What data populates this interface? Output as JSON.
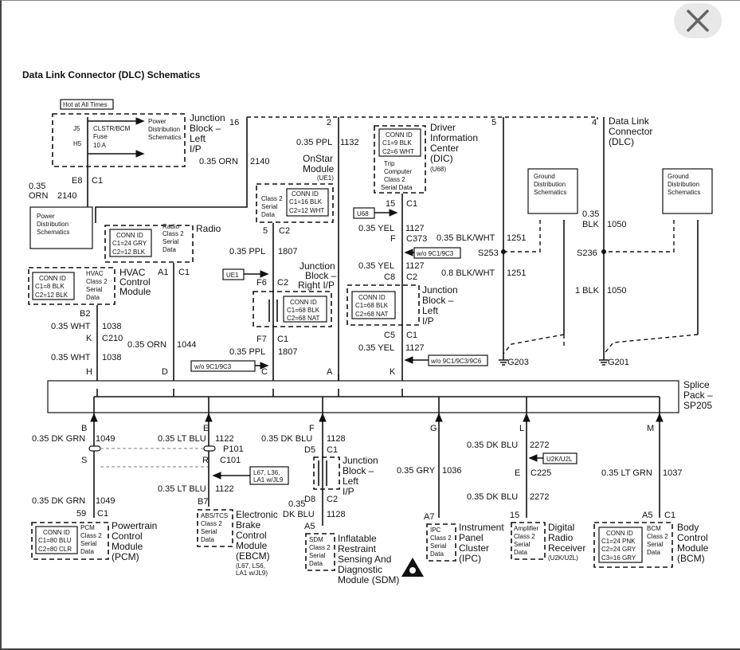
{
  "title": "Data Link Connector (DLC) Schematics",
  "close_glyph": "✕",
  "colors": {
    "line": "#111111",
    "background": "#ffffff"
  },
  "top": {
    "hot": "Hot at All Times",
    "j5": "J5",
    "h5": "H5",
    "fuse": [
      "CLSTR/BCM",
      "Fuse",
      "10 A"
    ],
    "pds_in": [
      "Power",
      "Distribution",
      "Schematics"
    ],
    "jb_left": [
      "Junction",
      "Block –",
      "Left",
      "I/P"
    ],
    "pin16": "16",
    "pin2": "2",
    "pin5": "5",
    "pin4": "4",
    "dlc": [
      "Data Link",
      "Connector",
      "(DLC)"
    ],
    "e8": "E8",
    "c1_e8": "C1",
    "orn1": [
      "0.35",
      "ORN",
      "2140"
    ],
    "orn2": [
      "0.35 ORN",
      "2140"
    ],
    "pds_out": [
      "Power",
      "Distribution",
      "Schematics"
    ],
    "ppl1132": [
      "0.35 PPL",
      "1132"
    ]
  },
  "onstar": {
    "label": [
      "OnStar",
      "Module",
      "(UE1)"
    ],
    "conn": [
      "CONN ID",
      "C1=16 BLK",
      "C2=12 WHT"
    ],
    "side": [
      "Class 2",
      "Serial",
      "Data"
    ],
    "pin": "5",
    "conn_c": "C2",
    "wire": [
      "0.35 PPL",
      "1807"
    ],
    "ue1": "UE1"
  },
  "jb_right": {
    "label": [
      "Junction",
      "Block –",
      "Right I/P"
    ],
    "f6": "F6",
    "c2": "C2",
    "conn": [
      "CONN ID",
      "C1=68 BLK",
      "C2=68 NAT"
    ],
    "f7": "F7",
    "c1": "C1",
    "wire": [
      "0.35 PPL",
      "1807"
    ],
    "note": "w/o 9C1/9C3",
    "pin_c": "C"
  },
  "radio": {
    "conn": [
      "CONN ID",
      "C1=24 GRY",
      "C2=12 BLK"
    ],
    "side": [
      "Radio",
      "Class 2",
      "Serial",
      "Data"
    ],
    "label": "Radio",
    "a1": "A1",
    "c1": "C1",
    "wire": [
      "0.35 ORN",
      "1044"
    ],
    "pin_d": "D"
  },
  "hvac": {
    "conn": [
      "CONN ID",
      "C1=8 BLK",
      "C2=12 BLK"
    ],
    "side": [
      "HVAC",
      "Class 2",
      "Serial",
      "Data"
    ],
    "label": [
      "HVAC",
      "Control",
      "Module"
    ],
    "b2": "B2",
    "wire1": [
      "0.35 WHT",
      "1038"
    ],
    "k": "K",
    "c210": "C210",
    "wire2": [
      "0.35 WHT",
      "1038"
    ],
    "pin_h": "H"
  },
  "dic": {
    "label": [
      "Driver",
      "Information",
      "Center",
      "(DIC)"
    ],
    "conn": [
      "CONN ID",
      "C1=9 BLK",
      "C2=6 WHT"
    ],
    "side": [
      "Trip",
      "Computer",
      "Class 2",
      "Serial Data"
    ],
    "u68_sub": "(U68)",
    "u68": "U68",
    "pin15": "15",
    "c1": "C1",
    "wire1": [
      "0.35 YEL",
      "1127"
    ],
    "f": "F",
    "c373": "C373",
    "note1": "w/o 9C1/9C3",
    "wire2": [
      "0.35 YEL",
      "1127"
    ],
    "c8": "C8",
    "c2": "C2",
    "jb_left": [
      "Junction",
      "Block –",
      "Left",
      "I/P"
    ],
    "conn2": [
      "CONN ID",
      "C1=68 BLK",
      "C2=68 NAT"
    ],
    "c5": "C5",
    "c1b": "C1",
    "wire3": [
      "0.35 YEL",
      "1127"
    ],
    "note2": "w/o 9C1/9C3/9C6",
    "pin_k": "K",
    "pin_a": "A"
  },
  "grounds": {
    "gd1": [
      "Ground",
      "Distribution",
      "Schematics"
    ],
    "gd2": [
      "Ground",
      "Distribution",
      "Schematics"
    ],
    "blkwht1": [
      "0.35 BLK/WHT",
      "1251"
    ],
    "s253": "S253",
    "blkwht2": [
      "0.8 BLK/WHT",
      "1251"
    ],
    "g203": "G203",
    "blk1": [
      "0.35",
      "BLK",
      "1050"
    ],
    "s236": "S236",
    "blk2": [
      "1 BLK",
      "1050"
    ],
    "g201": "G201"
  },
  "splice": {
    "label": [
      "Splice",
      "Pack –",
      "SP205"
    ]
  },
  "bottom": {
    "b": "B",
    "wire_b1": [
      "0.35 DK GRN",
      "1049"
    ],
    "s": "S",
    "wire_b2": [
      "0.35 DK GRN",
      "1049"
    ],
    "pcm_pin": "59",
    "pcm_c": "C1",
    "pcm_conn": [
      "CONN ID",
      "C1=80 BLU",
      "C2=80 CLR"
    ],
    "pcm_side": [
      "PCM",
      "Class 2",
      "Serial",
      "Data"
    ],
    "pcm_label": [
      "Powertrain",
      "Control",
      "Module",
      "(PCM)"
    ],
    "e": "E",
    "wire_e1": [
      "0.35 LT BLU",
      "1122"
    ],
    "p101": "P101",
    "r": "R",
    "c101": "C101",
    "ebcm_note": [
      "L67, L36,",
      "LA1 w/JL9"
    ],
    "wire_e2": [
      "0.35 LT BLU",
      "1122"
    ],
    "b7": "B7",
    "ebcm_side": [
      "ABS/TCS",
      "Class 2",
      "Serial",
      "Data"
    ],
    "ebcm_label": [
      "Electronic",
      "Brake",
      "Control",
      "Module",
      "(EBCM)"
    ],
    "ebcm_sub": [
      "(L67, LS6,",
      "LA1 w/JL9)"
    ],
    "f": "F",
    "wire_f1": [
      "0.35 DK BLU",
      "1128"
    ],
    "d5": "D5",
    "c1d5": "C1",
    "jbl": [
      "Junction",
      "Block –",
      "Left",
      "I/P"
    ],
    "d8": "D8",
    "c2d8": "C2",
    "wire_f2": [
      "0.35",
      "DK BLU",
      "1128"
    ],
    "a5": "A5",
    "sdm_side": [
      "SDM",
      "Class 2",
      "Serial",
      "Data"
    ],
    "sdm_label": [
      "Inflatable",
      "Restraint",
      "Sensing And",
      "Diagnostic",
      "Module (SDM)"
    ],
    "g": "G",
    "wire_g": [
      "0.35 GRY",
      "1036"
    ],
    "a7": "A7",
    "ipc_side": [
      "IPC",
      "Class 2",
      "Serial",
      "Data"
    ],
    "ipc_label": [
      "Instrument",
      "Panel",
      "Cluster",
      "(IPC)"
    ],
    "l": "L",
    "wire_l1": [
      "0.35 DK BLU",
      "2272"
    ],
    "u2k": "U2K/U2L",
    "e_l": "E",
    "c225": "C225",
    "wire_l2": [
      "0.35 DK BLU",
      "2272"
    ],
    "pin15": "15",
    "dr_side": [
      "Amplifier",
      "Class 2",
      "Serial",
      "Data"
    ],
    "dr_label": [
      "Digital",
      "Radio",
      "Receiver",
      "(U2K/U2L)"
    ],
    "m": "M",
    "wire_m": [
      "0.35 LT GRN",
      "1037"
    ],
    "a5m": "A5",
    "c1m": "C1",
    "bcm_conn": [
      "CONN ID",
      "C1=24 PNK",
      "C2=24 GRY",
      "C3=16 GRY"
    ],
    "bcm_side": [
      "BCM",
      "Class 2",
      "Serial",
      "Data"
    ],
    "bcm_label": [
      "Body",
      "Control",
      "Module",
      "(BCM)"
    ]
  }
}
